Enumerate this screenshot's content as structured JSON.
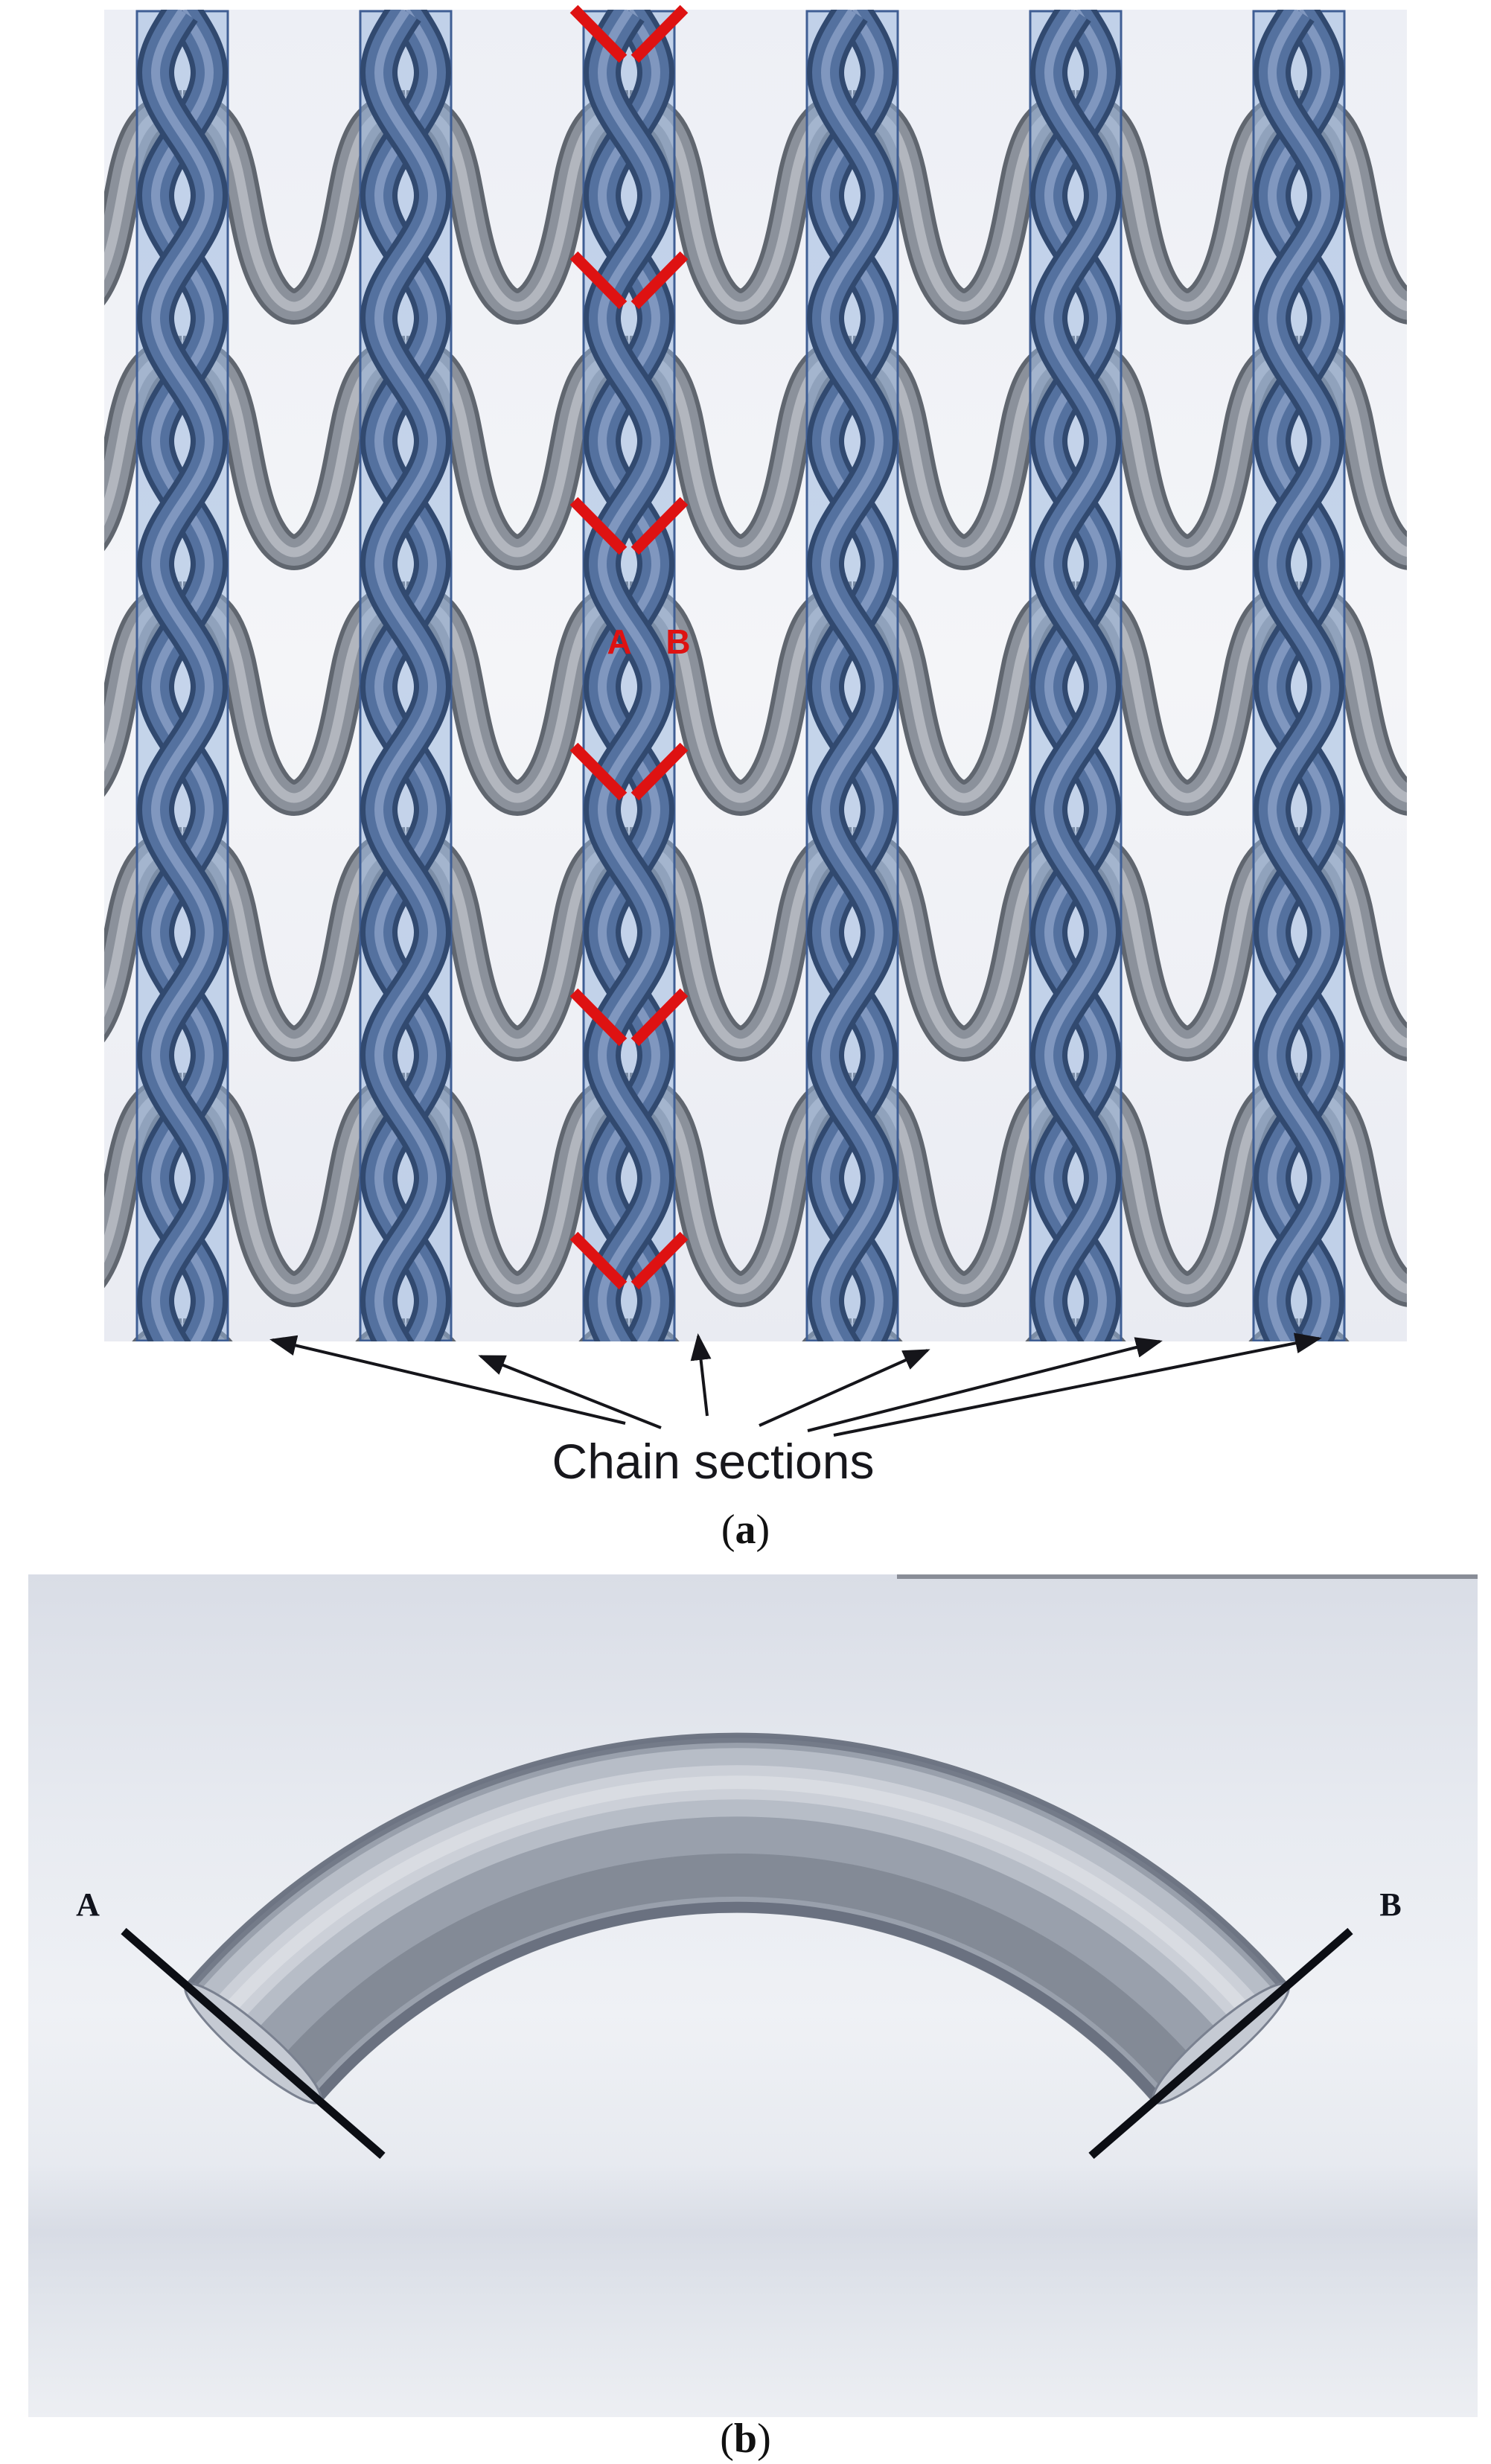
{
  "figure_a": {
    "section_label_a": "A",
    "section_label_b": "B",
    "annotation": "Chain sections",
    "caption": {
      "open": "(",
      "letter": "a",
      "close": ")"
    }
  },
  "figure_b": {
    "section_label_a": "A",
    "section_label_b": "B",
    "caption": {
      "open": "(",
      "letter": "b",
      "close": ")"
    }
  },
  "colors": {
    "chain_blue": "#54719f",
    "chain_band_blue": "#a9c1e4",
    "yarn_gray": "#8b919b",
    "cut_mark_red": "#de1212",
    "annotation_black": "#17171c",
    "tube_gray": "#99a0ac",
    "section_line_black": "#0c0e14",
    "page_background": "#ffffff"
  }
}
